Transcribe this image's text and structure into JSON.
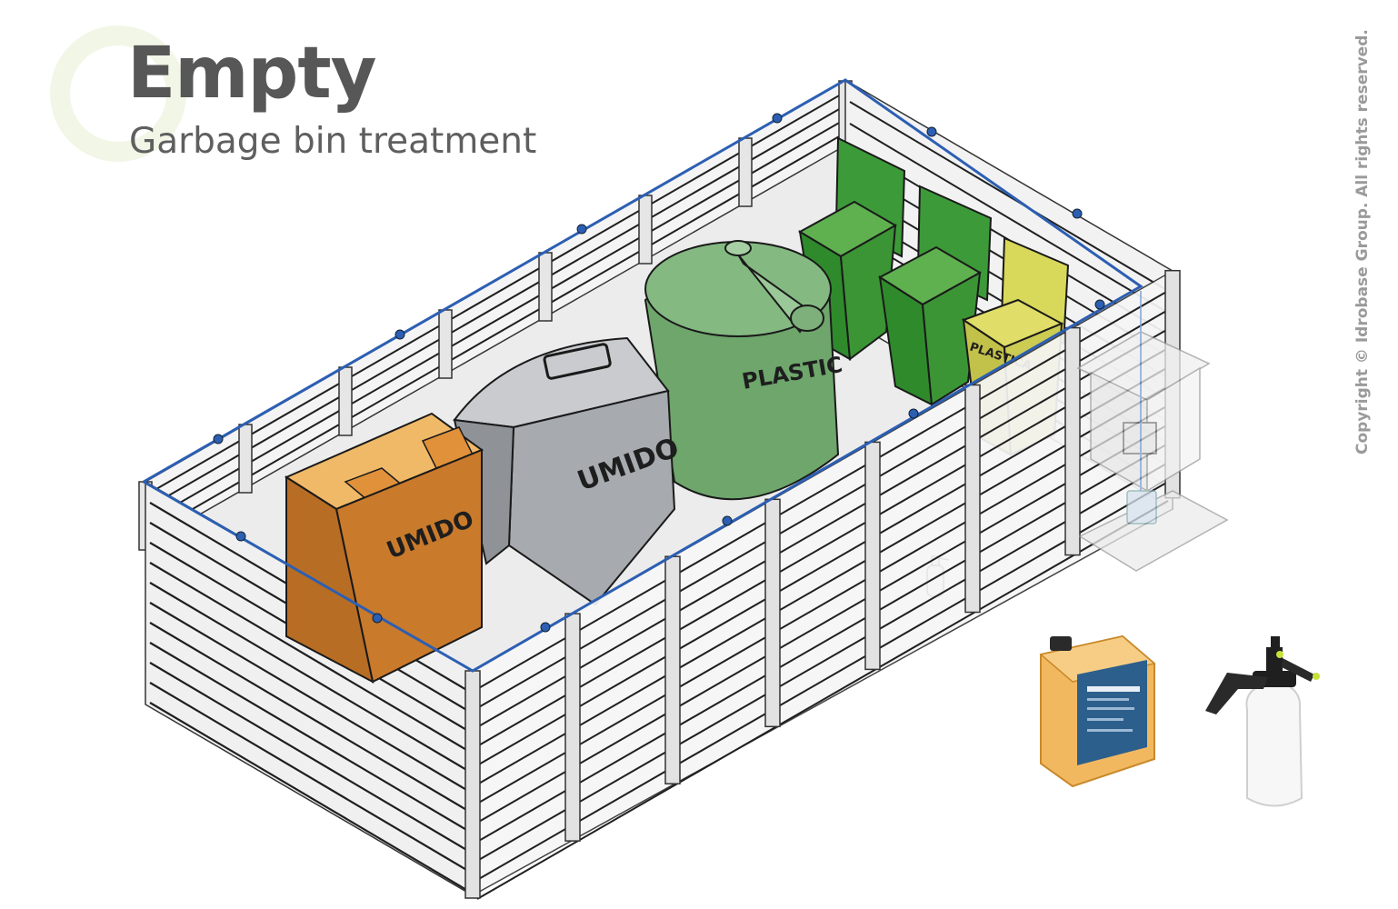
{
  "header": {
    "title": "Empty",
    "subtitle": "Garbage bin treatment"
  },
  "copyright": "Copyright © Idrobase Group. All rights reserved.",
  "bins": [
    {
      "label": "UMIDO",
      "color": "#c97a2b",
      "name": "orange-bin"
    },
    {
      "label": "UMIDO",
      "color": "#a7aaae",
      "name": "grey-bin"
    },
    {
      "label": "PLASTIC",
      "color": "#6ea66c",
      "name": "green-bell-bin"
    },
    {
      "label": "PLASTICA",
      "color": "#c9c84f",
      "name": "yellow-bin"
    }
  ],
  "colors": {
    "pipe": "#2c5fb3",
    "fence_line": "#1f1f1f",
    "fence_panel": "#e4e4e4",
    "green_bin": "#2f8a2c",
    "title": "#575757",
    "deco_ring": "#f2f6e6"
  }
}
